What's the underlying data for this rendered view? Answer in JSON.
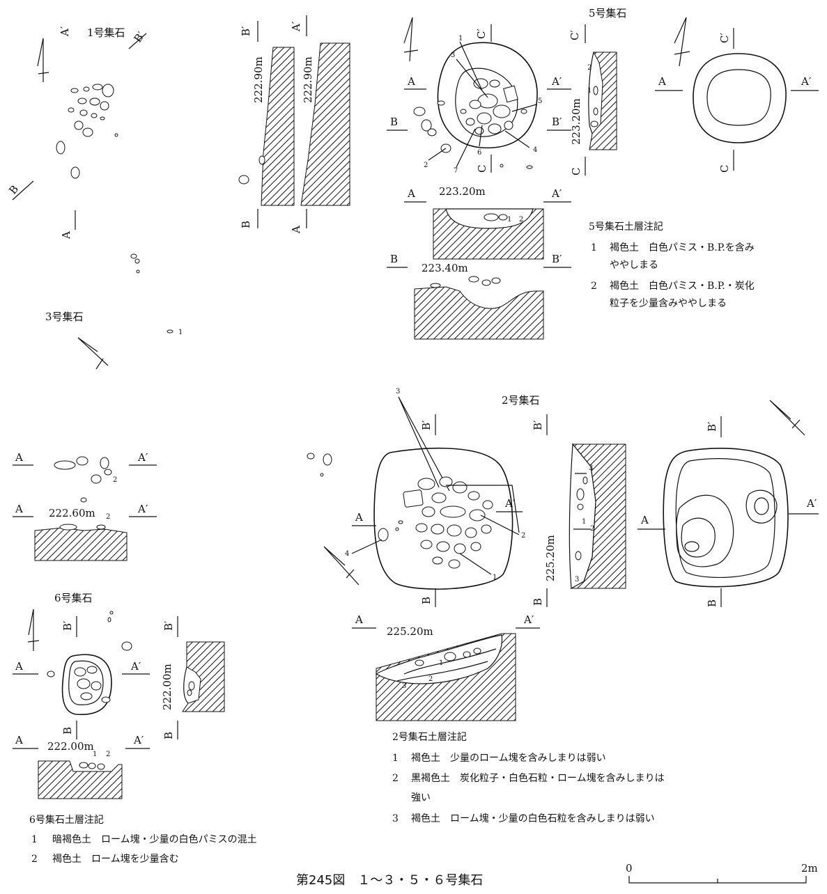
{
  "caption": "第245図　１～３・５・６号集石",
  "scale": {
    "start": "0",
    "end": "2m"
  },
  "features": {
    "f1": {
      "title": "1号集石",
      "A": "A",
      "Ap": "A′",
      "B": "B",
      "Bp": "B′",
      "elev_b": "222.90m",
      "elev_a": "222.90m"
    },
    "f3": {
      "title": "3号集石",
      "n1": "1"
    },
    "f5": {
      "title": "5号集石",
      "A": "A",
      "Ap": "A′",
      "B": "B",
      "Bp": "B′",
      "C": "C",
      "Cp": "C′",
      "elev_c": "223.20m",
      "elev_a": "223.20m",
      "elev_b": "223.40m",
      "n": [
        "1",
        "2",
        "3",
        "4",
        "5",
        "6",
        "7"
      ]
    },
    "f6": {
      "title": "6号集石",
      "A": "A",
      "Ap": "A′",
      "B": "B",
      "Bp": "B′",
      "elev_a": "222.00m",
      "elev_b": "222.00m",
      "n1": "1",
      "n2": "2"
    },
    "f2": {
      "title": "2号集石",
      "A": "A",
      "Ap": "A′",
      "B": "B",
      "Bp": "B′",
      "elev_b": "225.20m",
      "elev_a": "225.20m",
      "n": [
        "1",
        "2",
        "3",
        "4"
      ]
    },
    "f_left": {
      "A": "A",
      "Ap": "A′",
      "elev": "222.60m",
      "n1": "2",
      "n2": "2"
    }
  },
  "notes": {
    "f5": {
      "title": "5号集石土層注記",
      "items": [
        {
          "no": "1",
          "line1": "褐色土　白色パミス・B.P.を含み",
          "line2": "ややしまる"
        },
        {
          "no": "2",
          "line1": "褐色土　白色パミス・B.P.・炭化",
          "line2": "粒子を少量含みややしまる"
        }
      ]
    },
    "f2": {
      "title": "2号集石土層注記",
      "items": [
        {
          "no": "1",
          "line1": "褐色土　少量のローム塊を含みしまりは弱い",
          "line2": ""
        },
        {
          "no": "2",
          "line1": "黒褐色土　炭化粒子・白色石粒・ローム塊を含みしまりは",
          "line2": "強い"
        },
        {
          "no": "3",
          "line1": "褐色土　ローム塊・少量の白色石粒を含みしまりは弱い",
          "line2": ""
        }
      ]
    },
    "f6": {
      "title": "6号集石土層注記",
      "items": [
        {
          "no": "1",
          "line1": "暗褐色土　ローム塊・少量の白色パミスの混土"
        },
        {
          "no": "2",
          "line1": "褐色土　ローム塊を少量含む"
        }
      ]
    }
  }
}
